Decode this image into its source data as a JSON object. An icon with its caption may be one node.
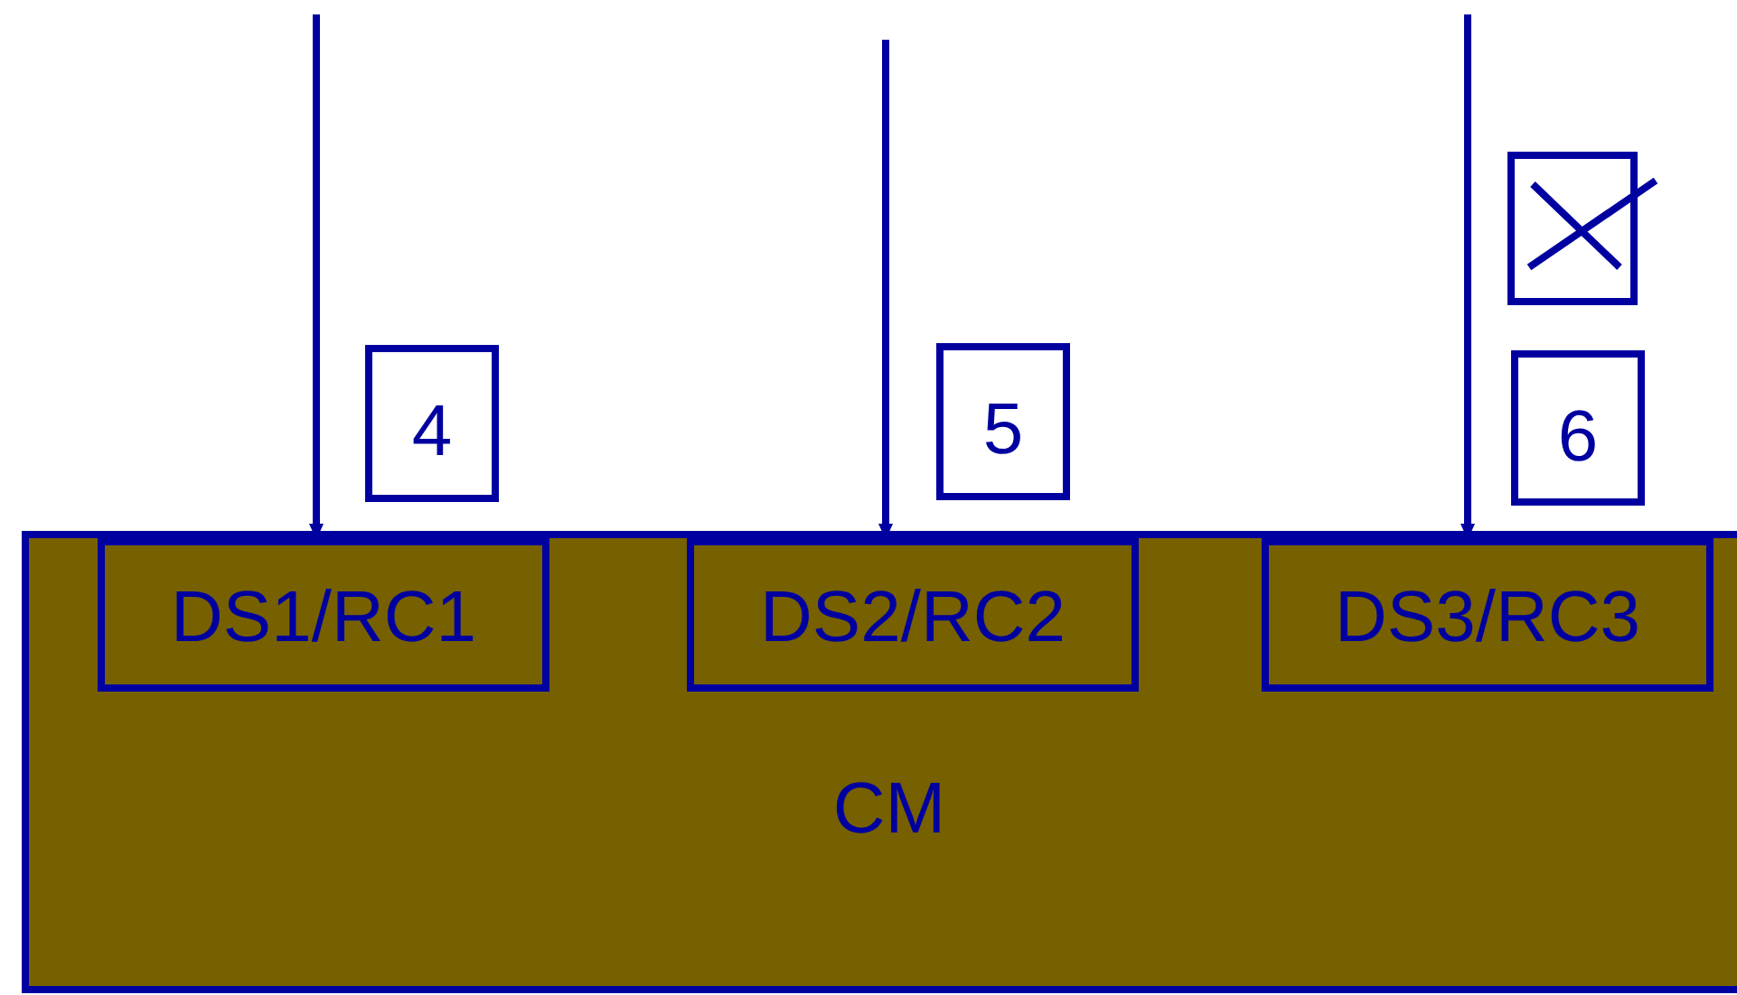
{
  "diagram": {
    "nodes": [
      {
        "text": [
          "CM"
        ]
      },
      {
        "text": [
          "DS1/RC1"
        ],
        "in": 0
      },
      {
        "text": [
          "DS2/RC2"
        ],
        "in": 0
      },
      {
        "text": [
          "DS3/RC3"
        ],
        "in": 0
      },
      {
        "text": [
          "4"
        ]
      },
      {
        "text": [
          "5"
        ]
      },
      {
        "text": [],
        "shape": "box"
      },
      {
        "text": [
          "6"
        ]
      }
    ],
    "edges": [
      {
        "from": null,
        "to": 1,
        "arrow": "to"
      },
      {
        "from": null,
        "to": 2,
        "arrow": "to"
      },
      {
        "from": null,
        "to": 3,
        "arrow": "to"
      }
    ]
  }
}
